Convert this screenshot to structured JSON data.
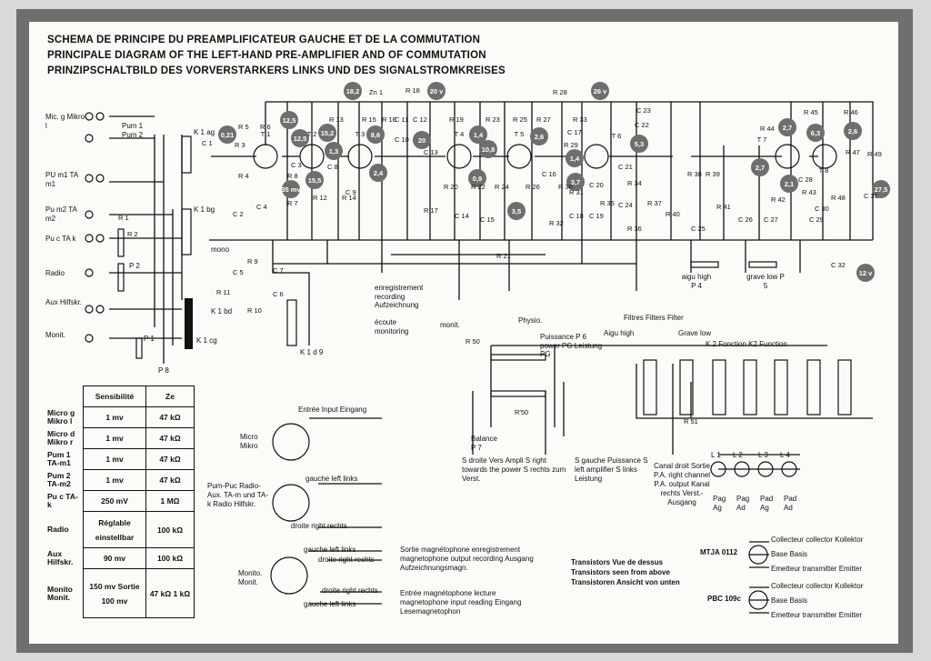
{
  "titles": {
    "fr": "SCHEMA DE PRINCIPE DU PREAMPLIFICATEUR GAUCHE ET DE LA COMMUTATION",
    "en": "PRINCIPALE DIAGRAM OF THE LEFT-HAND PRE-AMPLIFIER AND OF COMMUTATION",
    "de": "PRINZIPSCHALTBILD DES VORVERSTARKERS LINKS UND DES SIGNALSTROMKREISES"
  },
  "inputs": [
    "Mic. g Mikro l",
    "PU m1 TA m1",
    "Pu m2 TA m2",
    "Pu c TA k",
    "Radio",
    "Aux Hilfskr.",
    "Monit."
  ],
  "switch_labels": {
    "pum": "Pum 1 Pum 2",
    "k1ag": "K 1 ag",
    "k1bg": "K 1 bg",
    "k1bd": "K 1 bd",
    "k1cg": "K 1 cg",
    "k1d": "K 1 d 9",
    "mono": "mono",
    "p1": "P 1",
    "p2": "P 2",
    "p8": "P 8"
  },
  "transistors": [
    "T 1",
    "T 2",
    "T 3",
    "T 4",
    "T 5",
    "T 6",
    "T 7",
    "T 8"
  ],
  "voltages": [
    "18,2",
    "20 v",
    "26 v",
    "0,21",
    "12,5",
    "12,5",
    "15,2",
    "15,5",
    "35 mv",
    "8,6",
    "1,3",
    "2,4",
    "20",
    "1,4",
    "10,8",
    "2,6",
    "0,9",
    "3,5",
    "1,4",
    "3,7",
    "5,3",
    "2,7",
    "6,3",
    "2,6",
    "2,7",
    "2,1",
    "27,5",
    "12 v"
  ],
  "resistors": [
    "R 1",
    "R 2",
    "R 3",
    "R 4",
    "R 5",
    "R 6",
    "R 7",
    "R 8",
    "R 9",
    "R 10",
    "R 11",
    "R 12",
    "R 13",
    "R 14",
    "R 15",
    "R 16",
    "R 17",
    "R 18",
    "R 19",
    "R 20",
    "R 21",
    "R 22",
    "R 23",
    "R 24",
    "R 25",
    "R 26",
    "R 27",
    "R 28",
    "R 29",
    "R 30",
    "R 31",
    "R 32",
    "R 33",
    "R 34",
    "R 35",
    "R 36",
    "R 37",
    "R 38",
    "R 39",
    "R 40",
    "R 41",
    "R 42",
    "R 43",
    "R 44",
    "R 45",
    "R 46",
    "R 47",
    "R 48",
    "R 49",
    "R 50",
    "R 51",
    "R'50"
  ],
  "capacitors": [
    "C 1",
    "C 2",
    "C 3",
    "C 4",
    "C 5",
    "C 6",
    "C 7",
    "C 8",
    "C 9",
    "C 10",
    "C 11",
    "C 12",
    "C 13",
    "C 14",
    "C 15",
    "C 16",
    "C 17",
    "C 18",
    "C 19",
    "C 20",
    "C 21",
    "C 22",
    "C 23",
    "C 24",
    "C 25",
    "C 26",
    "C 27",
    "C 28",
    "C 29",
    "C 30",
    "C 31",
    "C 32"
  ],
  "zener": "Zn 1",
  "annotations": {
    "enregistrement": "enregistrement recording Aufzeichnung",
    "ecoute": "écoute monitoring",
    "monit": "monit.",
    "physio": "Physio.",
    "aigu_high_p4": "aigu high P 4",
    "grave_low_p5": "grave low P 5",
    "filtres": "Filtres Filters Filter",
    "aigu_high": "Aigu high",
    "grave_low": "Grave low",
    "fonction": "K 2 Fonction K2 Function",
    "puissance": "Puissance P 6 power PG Leistung PG",
    "balance": "Balance P 7",
    "droite": "S droite Vers Ampli S right towards the power S rechts zum Verst.",
    "gauche": "S gauche Puissance S left amplifier S links Leistung",
    "canal": "Canal droit Sortie P.A. right channel P.A. output Kanal rechts Verst.-Ausgang",
    "lamps": [
      "L 1",
      "L 2",
      "L 3",
      "L 4"
    ],
    "lamp_labels": [
      "Pag Ag",
      "Pag Ad",
      "Pad Ag",
      "Pad Ad"
    ]
  },
  "table": {
    "header_sens": "Sensibilité",
    "header_ze": "Ze",
    "rows": [
      {
        "label": "Micro g Mikro l",
        "sens": "1 mv",
        "ze": "47 kΩ"
      },
      {
        "label": "Micro d Mikro r",
        "sens": "1 mv",
        "ze": "47 kΩ"
      },
      {
        "label": "Pum 1 TA-m1",
        "sens": "1 mv",
        "ze": "47 kΩ"
      },
      {
        "label": "Pum 2 TA-m2",
        "sens": "1 mv",
        "ze": "47 kΩ"
      },
      {
        "label": "Pu c TA-k",
        "sens": "250 mV",
        "ze": "1 MΩ"
      },
      {
        "label": "Radio",
        "sens": "Réglable einstellbar",
        "ze": "100 kΩ"
      },
      {
        "label": "Aux Hilfskr.",
        "sens": "90 mv",
        "ze": "100 kΩ"
      },
      {
        "label": "Monito Monit.",
        "sens": "150 mv Sortie 100 mv",
        "ze": "47 kΩ 1 kΩ"
      }
    ]
  },
  "connectors": {
    "micro": {
      "label": "Micro Mikro",
      "pin_label": "Entrée Input Eingang"
    },
    "pum": {
      "label": "Pum-Puc Radio-Aux. TA-m und TA-k Radio Hilfskr.",
      "top": "gauche left links",
      "bottom": "droite right rechts"
    },
    "monito": {
      "label": "Monito. Monit.",
      "l1": "gauche left links",
      "l2": "droite right rechts",
      "l3": "droite right rechts",
      "l4": "gauche left links"
    },
    "sortie": "Sortie magnétophone enregistrement magnetophone output recording Ausgang Aufzeichnungsmagn.",
    "entree": "Entrée magnétophone lecture magnetophone input reading Eingang Lesemagnetophon"
  },
  "transistor_note": {
    "l1": "Transistors Vue de dessus",
    "l2": "Transistors seen from above",
    "l3": "Transistoren Ansicht von unten",
    "mtja": "MTJA 0112",
    "pbc": "PBC 109c",
    "collecteur": "Collecteur collector Kollektor",
    "base": "Base Basis",
    "emetteur": "Emetteur transmitter Emitter"
  },
  "colors": {
    "bubble": "#6e6e6e",
    "border": "#6f6f6f",
    "ink": "#111111"
  }
}
